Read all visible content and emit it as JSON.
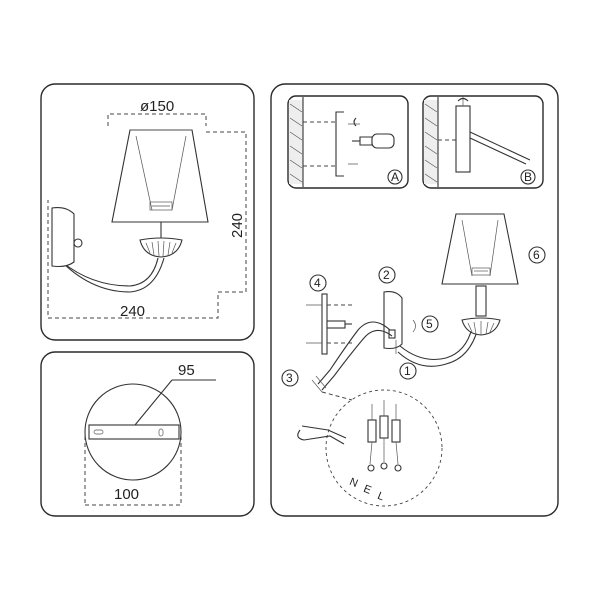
{
  "dimensions": {
    "shade_diameter": "ø150",
    "height": "240",
    "width": "240",
    "plate_length": "95",
    "plate_diameter": "100"
  },
  "steps": {
    "a": "A",
    "b": "B",
    "n1": "1",
    "n2": "2",
    "n3": "3",
    "n4": "4",
    "n5": "5",
    "n6": "6"
  },
  "wires": {
    "n": "N",
    "e": "E",
    "l": "L"
  }
}
